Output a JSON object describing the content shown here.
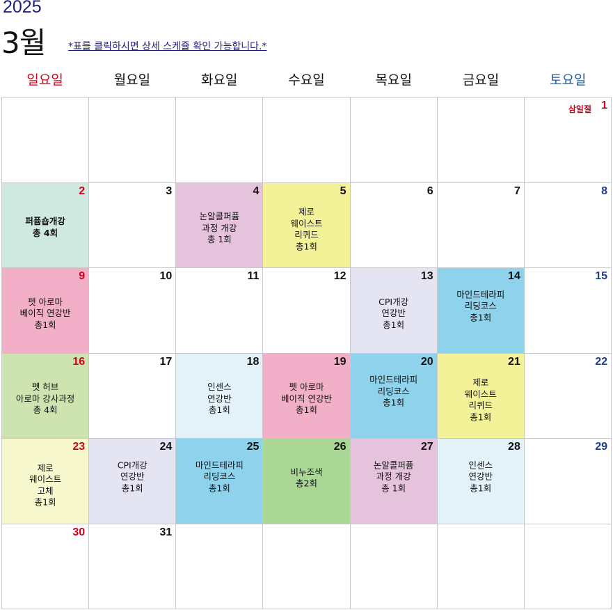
{
  "header": {
    "year": "2025",
    "month": "3월",
    "note": "*표를 클릭하시면 상세 스케쥴 확인 가능합니다.*"
  },
  "weekdays": [
    "일요일",
    "월요일",
    "화요일",
    "수요일",
    "목요일",
    "금요일",
    "토요일"
  ],
  "colors": {
    "sunday_red": "#d0021b",
    "saturday_blue": "#1f3c8c",
    "mint": "#cfe8e0",
    "mauve": "#e6c3dc",
    "yellow": "#f4f298",
    "pink": "#f2afc8",
    "lavender": "#e4e4f2",
    "sky": "#8fd2ec",
    "green": "#cde3b0",
    "light_blue": "#e2f2f8",
    "green_dark": "#aad796",
    "cream": "#f8f8cf"
  },
  "cells": [
    {
      "day": "",
      "event": ""
    },
    {
      "day": "",
      "event": ""
    },
    {
      "day": "",
      "event": ""
    },
    {
      "day": "",
      "event": ""
    },
    {
      "day": "",
      "event": ""
    },
    {
      "day": "",
      "event": ""
    },
    {
      "day": "1",
      "holiday": "삼일절",
      "event": ""
    },
    {
      "day": "2",
      "event": "퍼퓸숍개강\n총 4회"
    },
    {
      "day": "3",
      "event": ""
    },
    {
      "day": "4",
      "event": "논알콜퍼퓸\n과정 개강\n총 1회"
    },
    {
      "day": "5",
      "event": "제로\n웨이스트\n리퀴드\n총1회"
    },
    {
      "day": "6",
      "event": ""
    },
    {
      "day": "7",
      "event": ""
    },
    {
      "day": "8",
      "event": ""
    },
    {
      "day": "9",
      "event": "펫 아로마\n베이직 연강반\n총1회"
    },
    {
      "day": "10",
      "event": ""
    },
    {
      "day": "11",
      "event": ""
    },
    {
      "day": "12",
      "event": ""
    },
    {
      "day": "13",
      "event": "CPI개강\n연강반\n총1회"
    },
    {
      "day": "14",
      "event": "마인드테라피\n리딩코스\n총1회"
    },
    {
      "day": "15",
      "event": ""
    },
    {
      "day": "16",
      "event": "펫 허브\n아로마 강사과정\n총 4회"
    },
    {
      "day": "17",
      "event": ""
    },
    {
      "day": "18",
      "event": "인센스\n연강반\n총1회"
    },
    {
      "day": "19",
      "event": "펫 아로마\n베이직 연강반\n총1회"
    },
    {
      "day": "20",
      "event": "마인드테라피\n리딩코스\n총1회"
    },
    {
      "day": "21",
      "event": "제로\n웨이스트\n리퀴드\n총1회"
    },
    {
      "day": "22",
      "event": ""
    },
    {
      "day": "23",
      "event": "제로\n웨이스트\n고체\n총1회"
    },
    {
      "day": "24",
      "event": "CPI개강\n연강반\n총1회"
    },
    {
      "day": "25",
      "event": "마인드테라피\n리딩코스\n총1회"
    },
    {
      "day": "26",
      "event": "비누조색\n총2회"
    },
    {
      "day": "27",
      "event": "논알콜퍼퓸\n과정 개강\n총 1회"
    },
    {
      "day": "28",
      "event": "인센스\n연강반\n총1회"
    },
    {
      "day": "29",
      "event": ""
    },
    {
      "day": "30",
      "event": ""
    },
    {
      "day": "31",
      "event": ""
    },
    {
      "day": "",
      "event": ""
    },
    {
      "day": "",
      "event": ""
    },
    {
      "day": "",
      "event": ""
    },
    {
      "day": "",
      "event": ""
    },
    {
      "day": "",
      "event": ""
    }
  ]
}
